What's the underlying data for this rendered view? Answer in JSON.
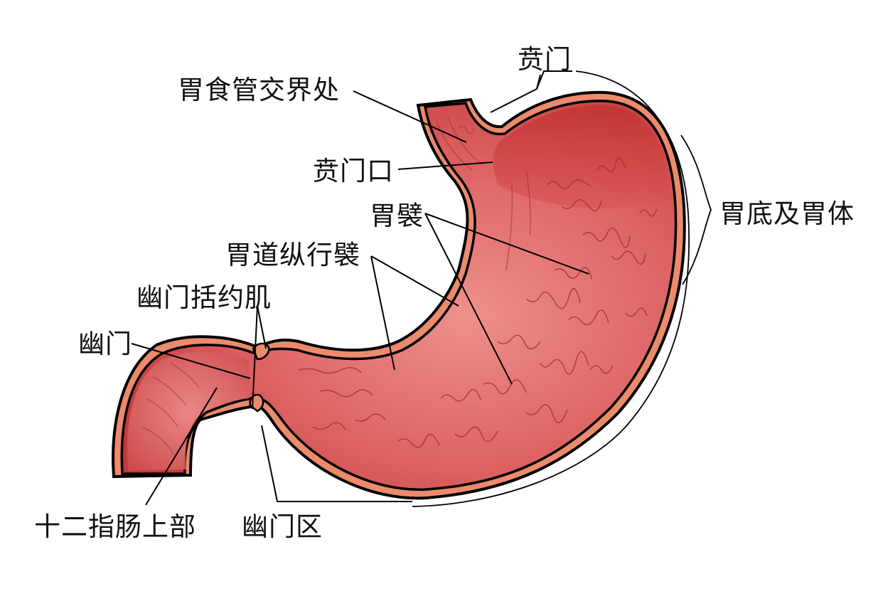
{
  "diagram": {
    "subject": "stomach-anatomy",
    "colors": {
      "lumen": "#d9575a",
      "lumen_dark": "#b82f30",
      "lumen_light": "#ec8e8a",
      "wall": "#ec8a6c",
      "outline": "#000000",
      "rugae": "#9e2d33",
      "leader": "#000000"
    },
    "labels": {
      "cardia": "贲门",
      "gastroesophageal_junction": "胃食管交界处",
      "cardiac_orifice": "贲门口",
      "fundus_and_body": "胃底及胃体",
      "rugae": "胃襞",
      "longitudinal_folds": "胃道纵行襞",
      "pyloric_sphincter": "幽门括约肌",
      "pylorus": "幽门",
      "duodenum_upper": "十二指肠上部",
      "pyloric_region": "幽门区"
    }
  }
}
